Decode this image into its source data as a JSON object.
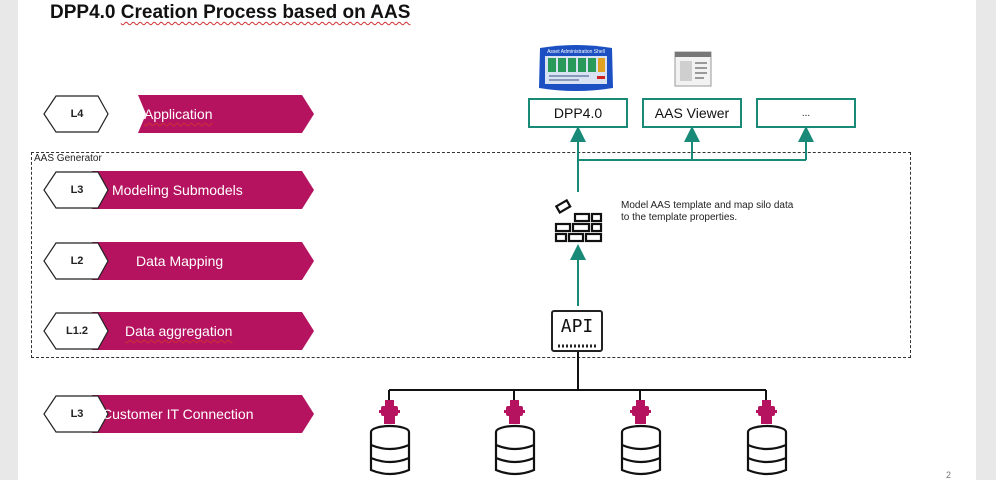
{
  "title": {
    "prefix": "DPP4.0 ",
    "main": "Creation Process based on AAS"
  },
  "layers": [
    {
      "code": "L4",
      "label": "Application"
    },
    {
      "code": "L3",
      "label": "Modeling Submodels"
    },
    {
      "code": "L2",
      "label": "Data Mapping"
    },
    {
      "code": "L1.2",
      "label": "Data aggregation"
    },
    {
      "code": "L3",
      "label": "Customer IT Connection"
    }
  ],
  "generator_label": "AAS Generator",
  "apps": [
    {
      "label": "DPP4.0"
    },
    {
      "label": "AAS Viewer"
    },
    {
      "label": "..."
    }
  ],
  "aas_thumbnail_text": "Asset Administration Shell",
  "note": "Model AAS template and map silo data to the template properties.",
  "api_label": "API",
  "page_number": "2",
  "colors": {
    "magenta": "#b5135f",
    "teal": "#1a8a78",
    "dark": "#222222"
  },
  "icons": [
    "aas-screenshot-icon",
    "document-viewer-icon",
    "brick-wall-icon",
    "api-icon",
    "database-icon",
    "connector-plug-icon"
  ]
}
